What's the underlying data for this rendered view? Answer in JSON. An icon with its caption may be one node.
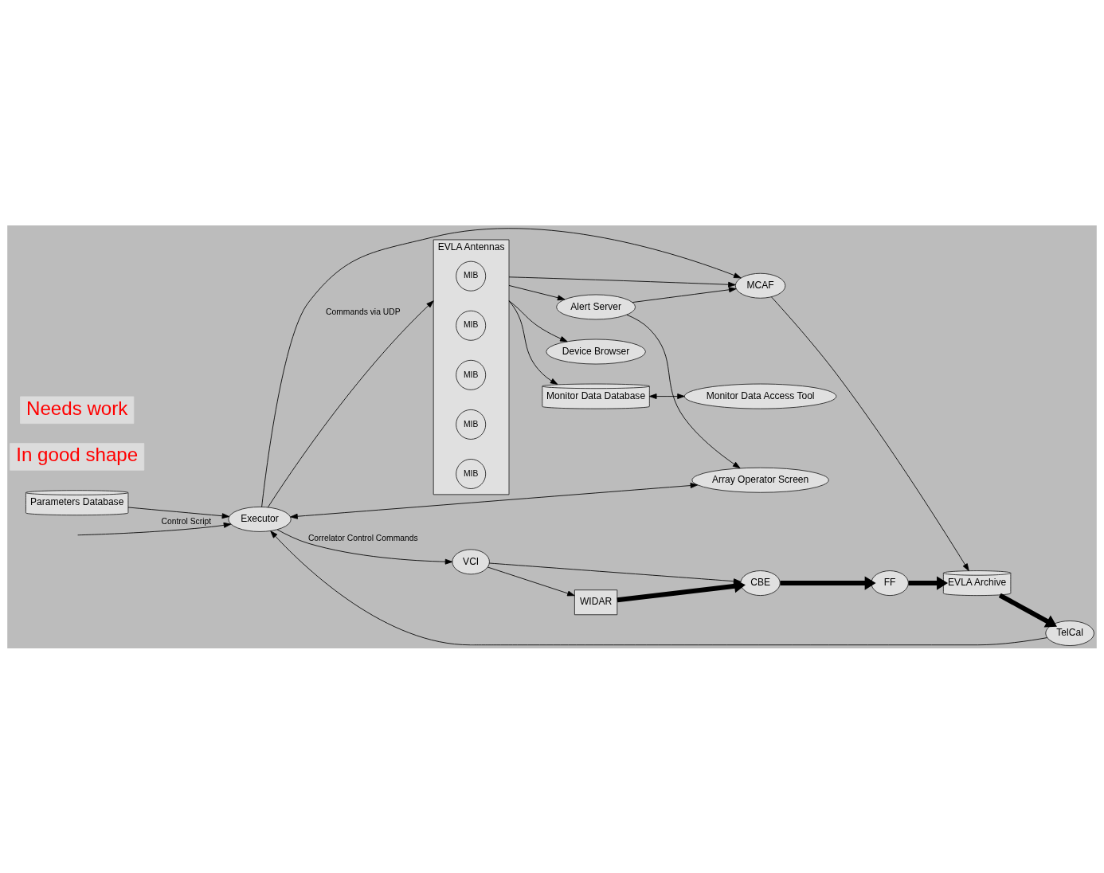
{
  "diagram": {
    "nodes": [
      {
        "text": [
          "Parameters Database"
        ]
      },
      {
        "text": [
          "Executor"
        ]
      },
      {
        "text": [
          "VCI"
        ]
      },
      {
        "text": [
          "WIDAR"
        ]
      },
      {
        "text": [
          "CBE"
        ]
      },
      {
        "text": [
          "FF"
        ]
      },
      {
        "text": [
          "EVLA Archive"
        ]
      },
      {
        "text": [
          "TelCal"
        ]
      },
      {
        "text": [
          "Array Operator Screen"
        ]
      },
      {
        "text": [
          "EVLA Antennas"
        ]
      },
      {
        "text": [
          "MIB"
        ],
        "in": 9
      },
      {
        "text": [
          "MIB"
        ],
        "in": 9
      },
      {
        "text": [
          "MIB"
        ],
        "in": 9
      },
      {
        "text": [
          "MIB"
        ],
        "in": 9
      },
      {
        "text": [
          "MIB"
        ],
        "in": 9
      },
      {
        "text": [
          "Device Browser"
        ]
      },
      {
        "text": [
          "Alert Server"
        ]
      },
      {
        "text": [
          "Monitor Data Database"
        ]
      },
      {
        "text": [
          "Monitor Data Access Tool"
        ]
      },
      {
        "text": [
          "MCAF"
        ]
      }
    ],
    "edges": [
      {
        "from": 0,
        "to": 1,
        "arrow": "to"
      },
      {
        "from": null,
        "to": 1,
        "arrow": "to",
        "label": "Control Script"
      },
      {
        "from": 1,
        "to": 2,
        "arrow": "to",
        "label": "Correlator Control Commands"
      },
      {
        "from": 1,
        "to": 9,
        "arrow": "to",
        "label": "Commands via UDP"
      },
      {
        "from": 1,
        "to": 8,
        "arrow": "both"
      },
      {
        "from": 1,
        "to": 19,
        "arrow": "to"
      },
      {
        "from": 7,
        "to": 1,
        "arrow": "to"
      },
      {
        "from": 2,
        "to": 3,
        "arrow": "to"
      },
      {
        "from": 2,
        "to": 4,
        "arrow": "to"
      },
      {
        "from": 3,
        "to": 4,
        "arrow": "to",
        "style": "thick"
      },
      {
        "from": 4,
        "to": 5,
        "arrow": "to",
        "style": "thick"
      },
      {
        "from": 5,
        "to": 6,
        "arrow": "to",
        "style": "thick"
      },
      {
        "from": 6,
        "to": 7,
        "arrow": "to",
        "style": "thick"
      },
      {
        "from": 9,
        "to": 15,
        "arrow": "to"
      },
      {
        "from": 9,
        "to": 16,
        "arrow": "to"
      },
      {
        "from": 9,
        "to": 19,
        "arrow": "to"
      },
      {
        "from": 9,
        "to": 17,
        "arrow": "to"
      },
      {
        "from": 16,
        "to": 8,
        "arrow": "to"
      },
      {
        "from": 16,
        "to": 19,
        "arrow": "to"
      },
      {
        "from": 17,
        "to": 18,
        "arrow": "both"
      },
      {
        "from": 19,
        "to": 6,
        "arrow": "to"
      }
    ],
    "labels": [
      "In good shape",
      "Needs work"
    ]
  }
}
